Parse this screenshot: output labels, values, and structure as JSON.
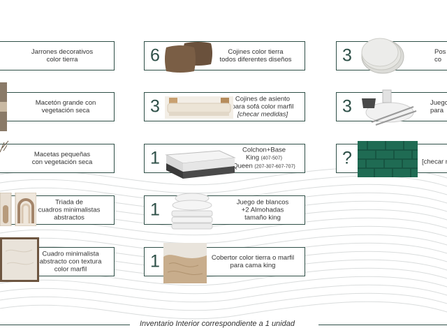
{
  "left_column": [
    {
      "label_lines": [
        "Jarrones decorativos",
        "color tierra"
      ],
      "image": "earth-vases"
    },
    {
      "label_lines": [
        "Macetón grande con",
        "vegetación seca"
      ],
      "image": "large-planter-dried-plants"
    },
    {
      "label_lines": [
        "Macetas pequeñas",
        "con vegetación seca"
      ],
      "image": "small-pots-dried-plants"
    },
    {
      "label_lines": [
        "Triada de",
        "cuadros minimalistas",
        "abstractos"
      ],
      "image": "abstract-prints-triad"
    },
    {
      "label_lines": [
        "Cuadro minimalista",
        "abstracto con textura",
        "color marfil"
      ],
      "image": "ivory-textured-canvas"
    }
  ],
  "middle_column": [
    {
      "quantity": "6",
      "label_lines": [
        "Cojines color tierra",
        "todos diferentes diseños"
      ],
      "image": "earth-tone-pillows"
    },
    {
      "quantity": "3",
      "label_lines": [
        "Cojines de asiento",
        "para sofá color marfil"
      ],
      "note": "[checar medidas]",
      "image": "ivory-sofa-cushions"
    },
    {
      "quantity": "1",
      "label_lines": [
        "Colchon+Base"
      ],
      "king": "King",
      "king_size": "(407-507)",
      "queen": "Queen",
      "queen_size": "(207-307-607-707)",
      "image": "mattress"
    },
    {
      "quantity": "1",
      "label_lines": [
        "Juego de blancos",
        "+2 Almohadas",
        "tamaño king"
      ],
      "image": "white-bedding-stack"
    },
    {
      "quantity": "1",
      "label_lines": [
        "Cobertor color tierra o marfil",
        "para cama king"
      ],
      "image": "bed-throw-blanket"
    }
  ],
  "right_column": [
    {
      "quantity": "3",
      "label_lines": [
        "Pos",
        "co"
      ],
      "image": "woven-placemats"
    },
    {
      "quantity": "3",
      "label_lines": [
        "Juego",
        "para"
      ],
      "image": "tableware-cutlery"
    },
    {
      "quantity": "?",
      "label_lines": [
        "[checar m"
      ],
      "italic": true,
      "image": "green-tile"
    }
  ],
  "footer": {
    "text": "Inventario Interior correspondiente a 1 unidad"
  },
  "colors": {
    "accent": "#2f4f47",
    "border": "#2f4f47",
    "tile_green": "#1f6b53"
  }
}
